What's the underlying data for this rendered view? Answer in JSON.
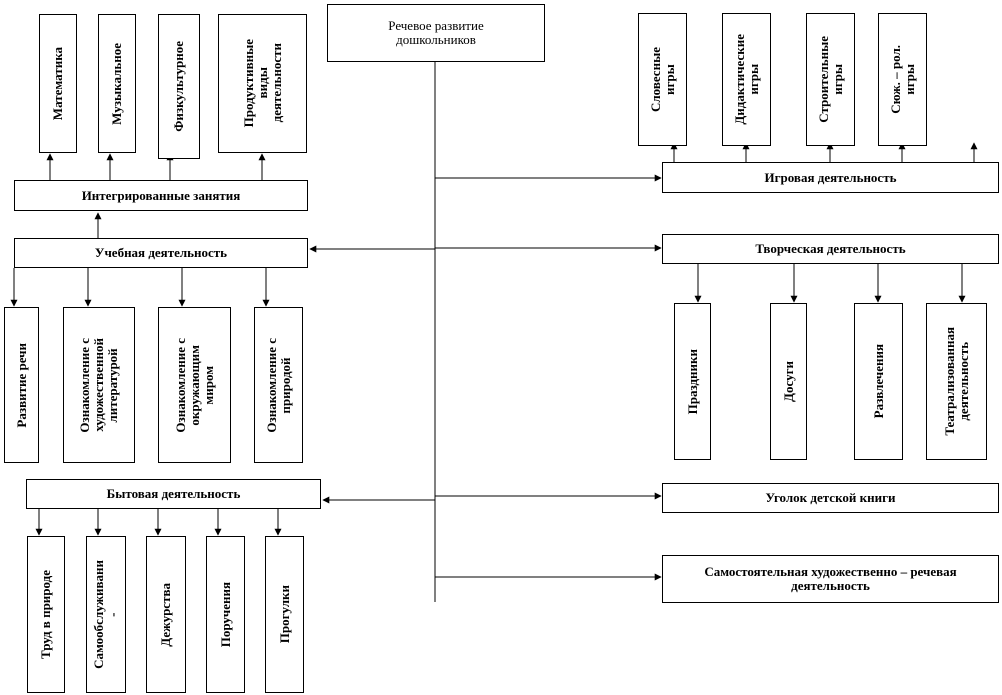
{
  "root": "Речевое развитие\nдошкольников",
  "left": {
    "integrated": {
      "label": "Интегрированные занятия",
      "items": [
        "Математика",
        "Музыкальное",
        "Физкультурное",
        "Продуктивные\nвиды\nдеятельности"
      ]
    },
    "study": {
      "label": "Учебная деятельность",
      "items": [
        "Развитие речи",
        "Ознакомление с\nхудожественной\nлитературой",
        "Ознакомление с\nокружающим\nмиром",
        "Ознакомление с\nприродой"
      ]
    },
    "household": {
      "label": "Бытовая деятельность",
      "items": [
        "Труд в природе",
        "Самообслуживани\n-",
        "Дежурства",
        "Поручения",
        "Прогулки"
      ]
    }
  },
  "right": {
    "game": {
      "label": "Игровая деятельность",
      "items": [
        "Словесные\nигры",
        "Дидактические\nигры",
        "Строительные\nигры",
        "Сюж. – рол.\nигры"
      ]
    },
    "creative": {
      "label": "Творческая деятельность",
      "items": [
        "Праздники",
        "Досуги",
        "Развлечения",
        "Театрализованная\nдеятельность"
      ]
    },
    "book_corner": {
      "label": "Уголок детской книги"
    },
    "independent": {
      "label": "Самостоятельная художественно – речевая\nдеятельность"
    }
  }
}
